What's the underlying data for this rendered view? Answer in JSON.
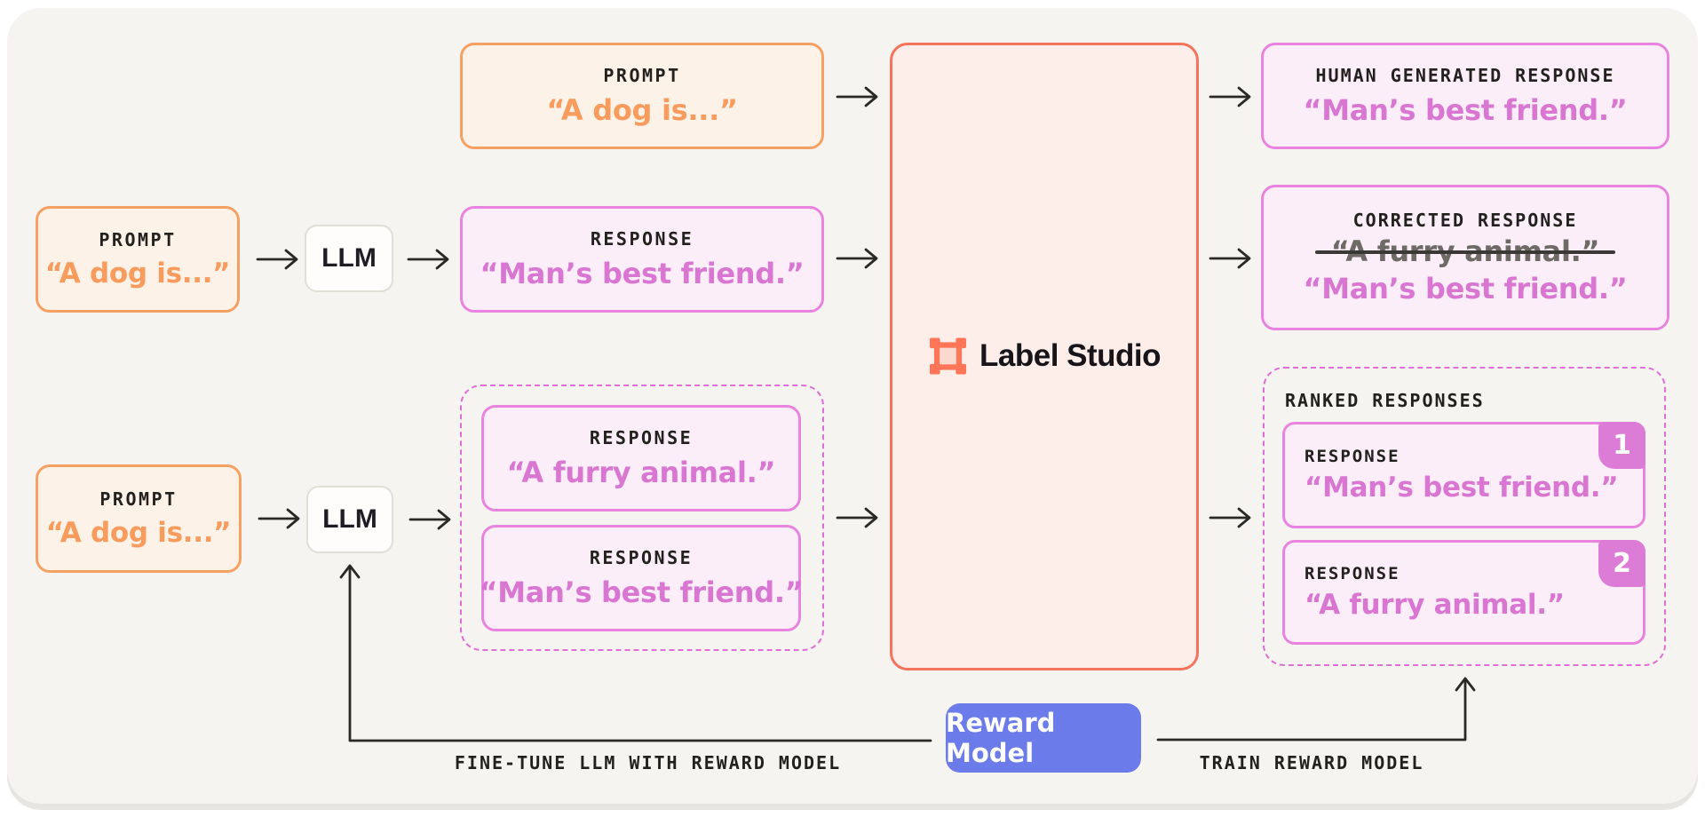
{
  "colors": {
    "canvas_bg": "#F6F4F1",
    "orange_border": "#F5A164",
    "orange_text": "#F89C5E",
    "orange_fill": "#FDF2E8",
    "pink_border": "#E884DF",
    "pink_text": "#D976D1",
    "pink_fill": "#FBEEF8",
    "pink_badge": "#DC7CD6",
    "coral_border": "#F4745B",
    "coral_fill": "#FDEEE9",
    "logo_coral": "#FF7557",
    "blue_button": "#6B7CEA",
    "black_text": "#23211E",
    "struck_text_gray": "#6E6B66"
  },
  "boxes": {
    "prompt_top": {
      "label": "PROMPT",
      "quote": "“A dog is...”"
    },
    "prompt_mid": {
      "label": "PROMPT",
      "quote": "“A dog is...”"
    },
    "prompt_bottom": {
      "label": "PROMPT",
      "quote": "“A dog is...”"
    },
    "llm_mid": {
      "label": "LLM"
    },
    "llm_bottom": {
      "label": "LLM"
    },
    "response_mid": {
      "label": "RESPONSE",
      "quote": "“Man’s best friend.”"
    },
    "candidates": {
      "response_a": {
        "label": "RESPONSE",
        "quote": "“A furry animal.”"
      },
      "response_b": {
        "label": "RESPONSE",
        "quote": "“Man’s best friend.”"
      }
    },
    "label_studio": {
      "brand": "Label Studio"
    },
    "human_generated": {
      "label": "HUMAN GENERATED RESPONSE",
      "quote": "“Man’s best friend.”"
    },
    "corrected": {
      "label": "CORRECTED RESPONSE",
      "struck_quote": "“A furry animal.”",
      "quote": "“Man’s best friend.”"
    },
    "ranked": {
      "label": "RANKED RESPONSES",
      "items": [
        {
          "rank": "1",
          "label": "RESPONSE",
          "quote": "“Man’s best friend.”"
        },
        {
          "rank": "2",
          "label": "RESPONSE",
          "quote": "“A furry animal.”"
        }
      ]
    },
    "reward_model": {
      "label": "Reward Model"
    }
  },
  "annotations": {
    "fine_tune": "FINE-TUNE LLM WITH REWARD MODEL",
    "train": "TRAIN REWARD MODEL"
  }
}
